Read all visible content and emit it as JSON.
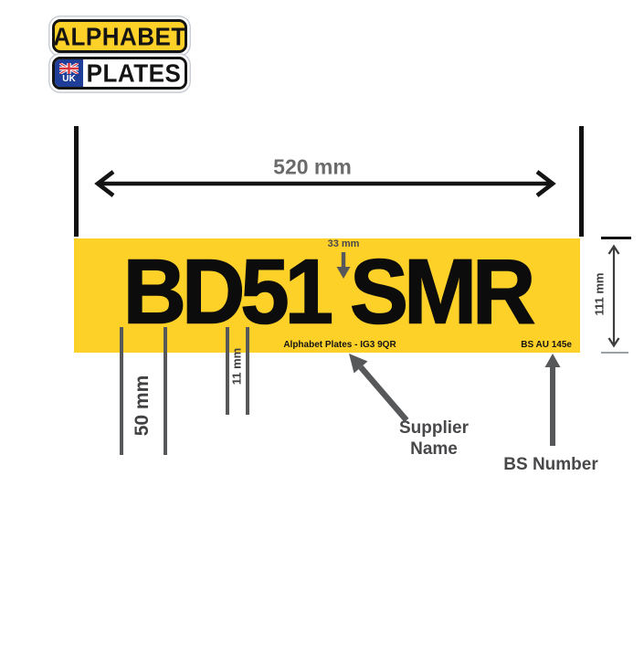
{
  "brand": {
    "line1": "ALPHABET",
    "line2": "PLATES",
    "uk_label": "UK"
  },
  "plate": {
    "reg_group1": "BD51",
    "reg_group2": "SMR",
    "supplier_text": "Alphabet Plates - IG3 9QR",
    "bs_text": "BS AU 145e"
  },
  "dimensions": {
    "plate_width": "520 mm",
    "plate_height": "111 mm",
    "char_width": "50 mm",
    "char_spacing": "11 mm",
    "group_spacing": "33 mm"
  },
  "callouts": {
    "supplier_name_line1": "Supplier",
    "supplier_name_line2": "Name",
    "bs_number": "BS Number"
  },
  "colors": {
    "plate_yellow": "#FDD128",
    "annotation_gray": "#57585A",
    "text_black": "#111111",
    "uk_blue": "#1F3E99"
  }
}
